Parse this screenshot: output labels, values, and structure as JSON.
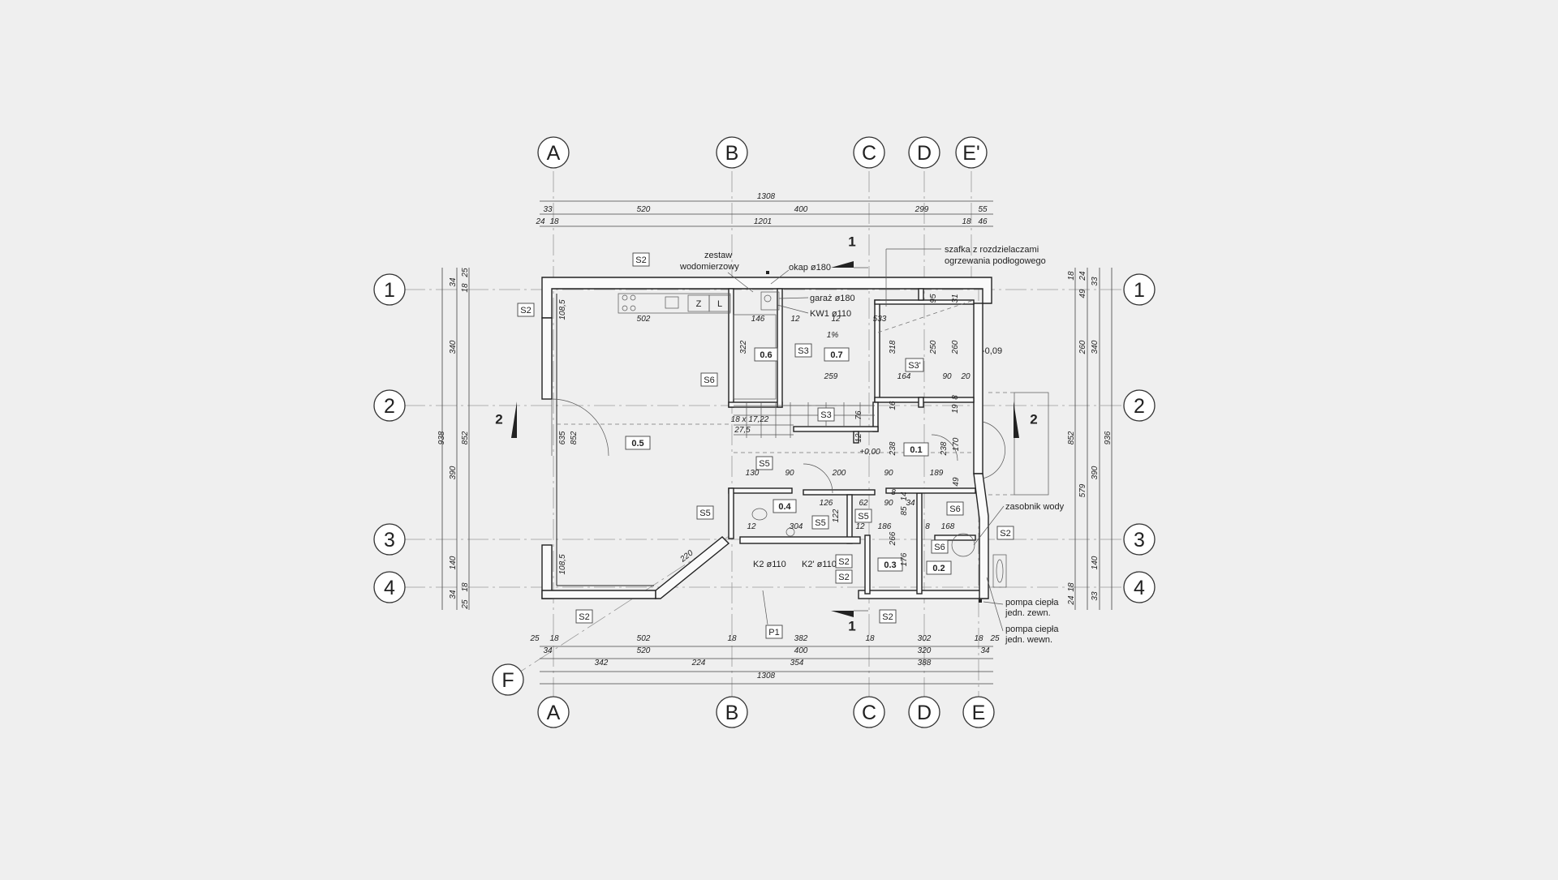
{
  "axes": {
    "top": [
      "A",
      "B",
      "C",
      "D",
      "E'"
    ],
    "bottom": [
      "A",
      "B",
      "C",
      "D",
      "E"
    ],
    "rows": [
      "1",
      "2",
      "3",
      "4"
    ],
    "diagonal": "F"
  },
  "dimensions": {
    "top_overall": "1308",
    "top_row2": [
      "33",
      "520",
      "400",
      "299",
      "55"
    ],
    "top_row3": [
      "24",
      "18",
      "1201",
      "18",
      "46"
    ],
    "bottom_row1": [
      "25",
      "18",
      "502",
      "18",
      "382",
      "18",
      "302",
      "18",
      "25"
    ],
    "bottom_row2": [
      "34",
      "520",
      "400",
      "320",
      "34"
    ],
    "bottom_row3": [
      "342",
      "224",
      "354",
      "388"
    ],
    "bottom_overall": "1308",
    "left_outer": [
      "25",
      "34",
      "18",
      "340",
      "390",
      "140",
      "18",
      "34",
      "25"
    ],
    "left_mid": [
      "852"
    ],
    "left_total": "938",
    "right_outer": [
      "18",
      "24",
      "33",
      "49",
      "260",
      "340",
      "390",
      "140",
      "18",
      "24",
      "33"
    ],
    "right_mid": [
      "852",
      "579"
    ],
    "right_total": "936",
    "interior": [
      "108,5",
      "502",
      "146",
      "12",
      "533",
      "322",
      "318",
      "250",
      "260",
      "259",
      "164",
      "90",
      "20",
      "635",
      "852",
      "18 x 17,22",
      "27,5",
      "76",
      "12",
      "238",
      "238",
      "170",
      "130",
      "90",
      "200",
      "90",
      "189",
      "126",
      "62",
      "90",
      "34",
      "122",
      "12",
      "186",
      "304",
      "266",
      "176",
      "168",
      "220",
      "108,5",
      "49",
      "12",
      "8",
      "95",
      "31",
      "19",
      "16",
      "8",
      "85",
      "14",
      "8",
      "12"
    ]
  },
  "rooms": [
    "0.5",
    "0.6",
    "0.7",
    "0.1",
    "0.4",
    "0.3",
    "0.2"
  ],
  "tags": [
    "S2",
    "S2",
    "S2",
    "S2",
    "S2",
    "S2",
    "S2",
    "S3",
    "S3",
    "S3'",
    "S5",
    "S5",
    "S5",
    "S5",
    "S6",
    "S6",
    "S6",
    "P1"
  ],
  "kitchen_labels": [
    "Z",
    "L"
  ],
  "levels": [
    "1%",
    "+0,00",
    "-0,09"
  ],
  "section_marks": [
    "1",
    "1",
    "2",
    "2"
  ],
  "notes": {
    "water_meter": "zestaw\nwodomierzowy",
    "hood": "okap ø180",
    "garage": "garaż ø180",
    "kw1": "KW1 ø110",
    "manifold": "szafka z rozdzielaczami\nogrzewania podłogowego",
    "water_tank": "zasobnik wody",
    "heat_pump_out": "pompa ciepła\njedn. zewn.",
    "heat_pump_in": "pompa ciepła\njedn. wewn.",
    "k2": "K2 ø110",
    "k2p": "K2' ø110"
  }
}
